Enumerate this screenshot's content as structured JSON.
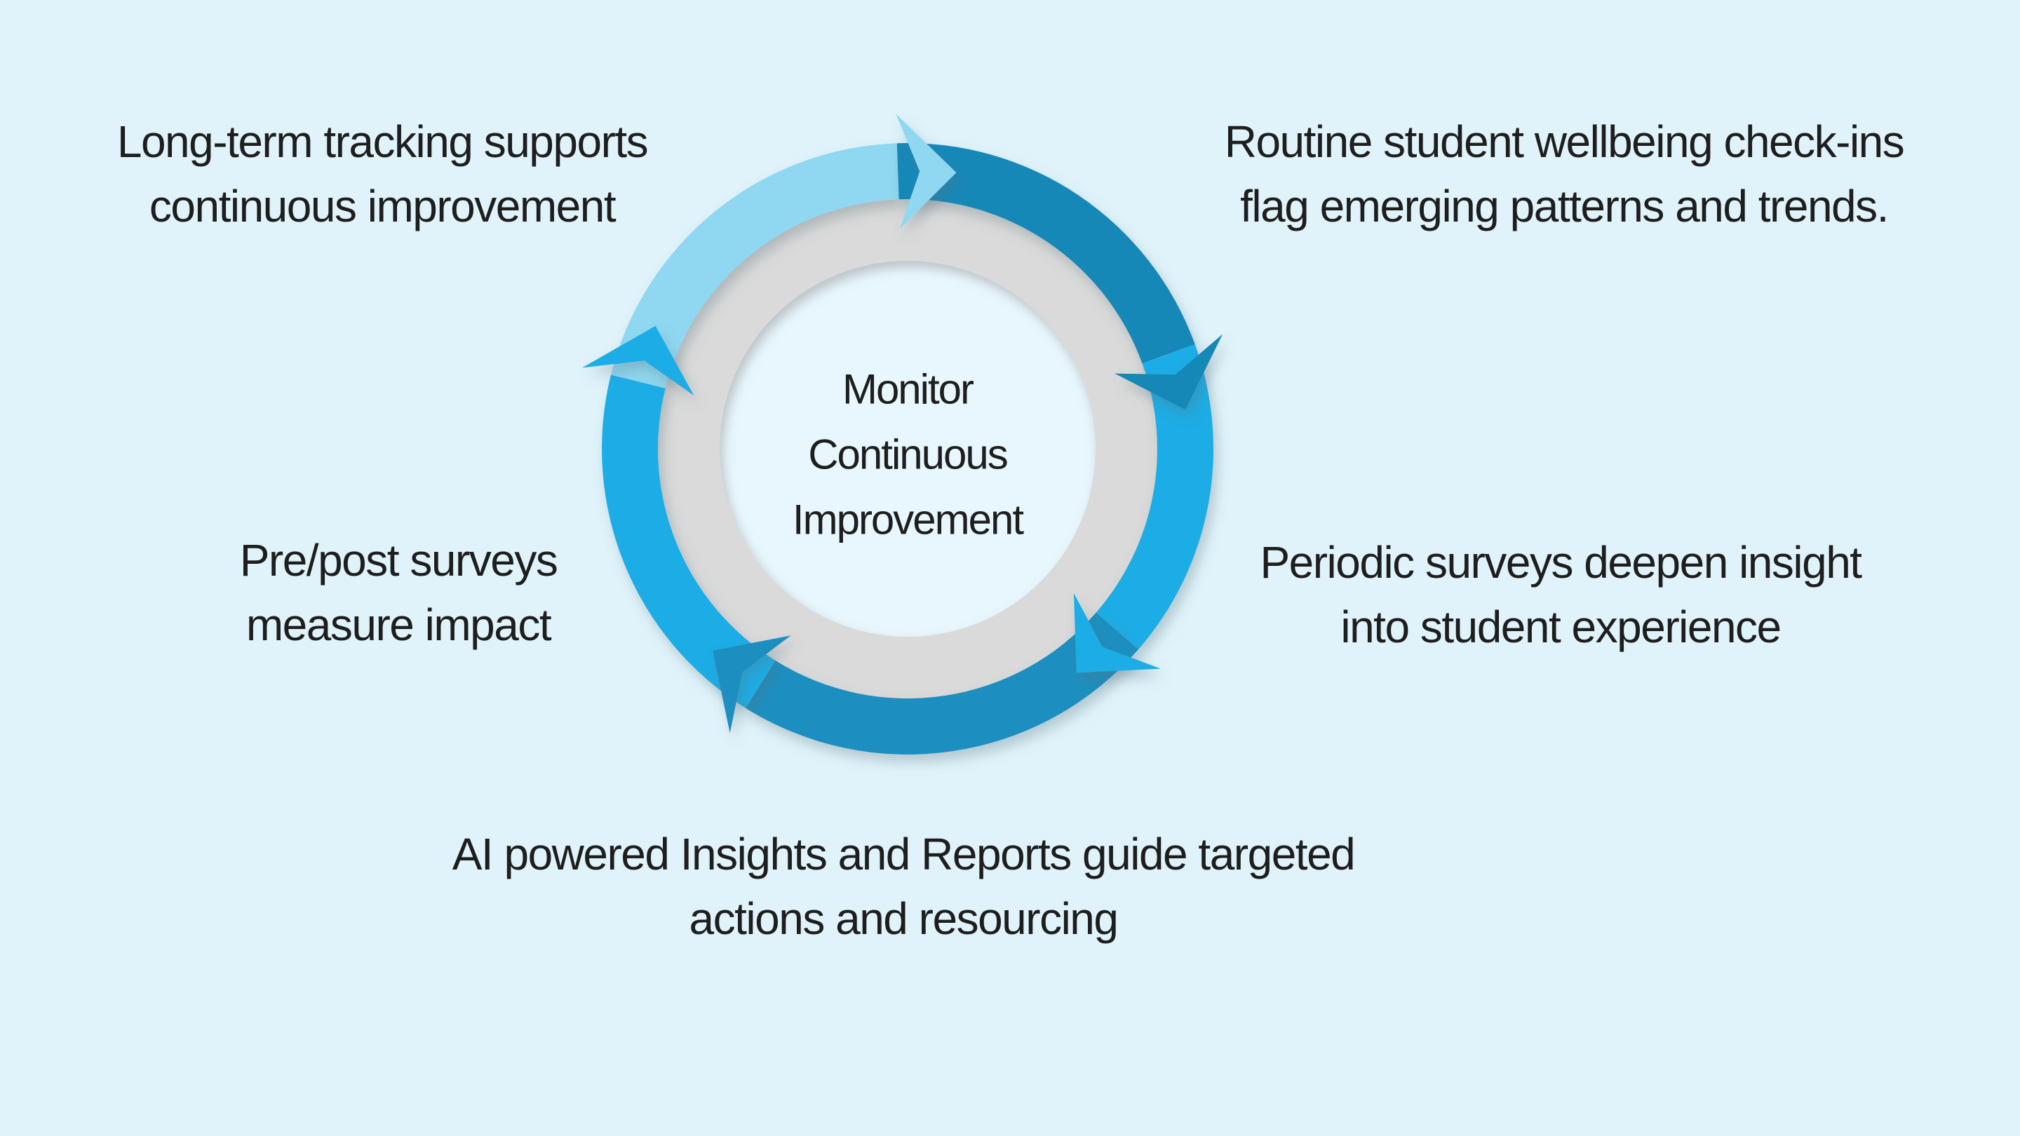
{
  "canvas": {
    "background": "#e0f3fa",
    "text_color": "#1e1e1e"
  },
  "diagram": {
    "type": "cycle",
    "direction": "clockwise",
    "center_label": {
      "lines": [
        "Monitor",
        "Continuous",
        "Improvement"
      ]
    },
    "ring_color": "#dadada",
    "inner_circle_color": "#e8f7fe",
    "segments": [
      {
        "name": "top-arc",
        "color": "#90d8f1",
        "start_deg": 284,
        "end_deg": 358
      },
      {
        "name": "right-upper-arc",
        "color": "#1688b8",
        "start_deg": 358,
        "end_deg": 430
      },
      {
        "name": "right-lower-arc",
        "color": "#1aade6",
        "start_deg": 70,
        "end_deg": 131
      },
      {
        "name": "bottom-arc",
        "color": "#1a8fc0",
        "start_deg": 131,
        "end_deg": 212
      },
      {
        "name": "left-arc",
        "color": "#1aade6",
        "start_deg": 212,
        "end_deg": 284
      }
    ]
  },
  "labels": {
    "top_left": {
      "lines": [
        "Long-term tracking supports",
        "continuous improvement"
      ]
    },
    "top_right": {
      "lines": [
        "Routine student wellbeing check-ins",
        "flag emerging patterns and trends."
      ]
    },
    "mid_left": {
      "lines": [
        "Pre/post surveys",
        "measure impact"
      ]
    },
    "mid_right": {
      "lines": [
        "Periodic surveys deepen insight",
        "into student experience"
      ]
    },
    "bottom": {
      "lines": [
        "AI powered Insights and Reports guide targeted",
        "actions and resourcing"
      ]
    }
  }
}
